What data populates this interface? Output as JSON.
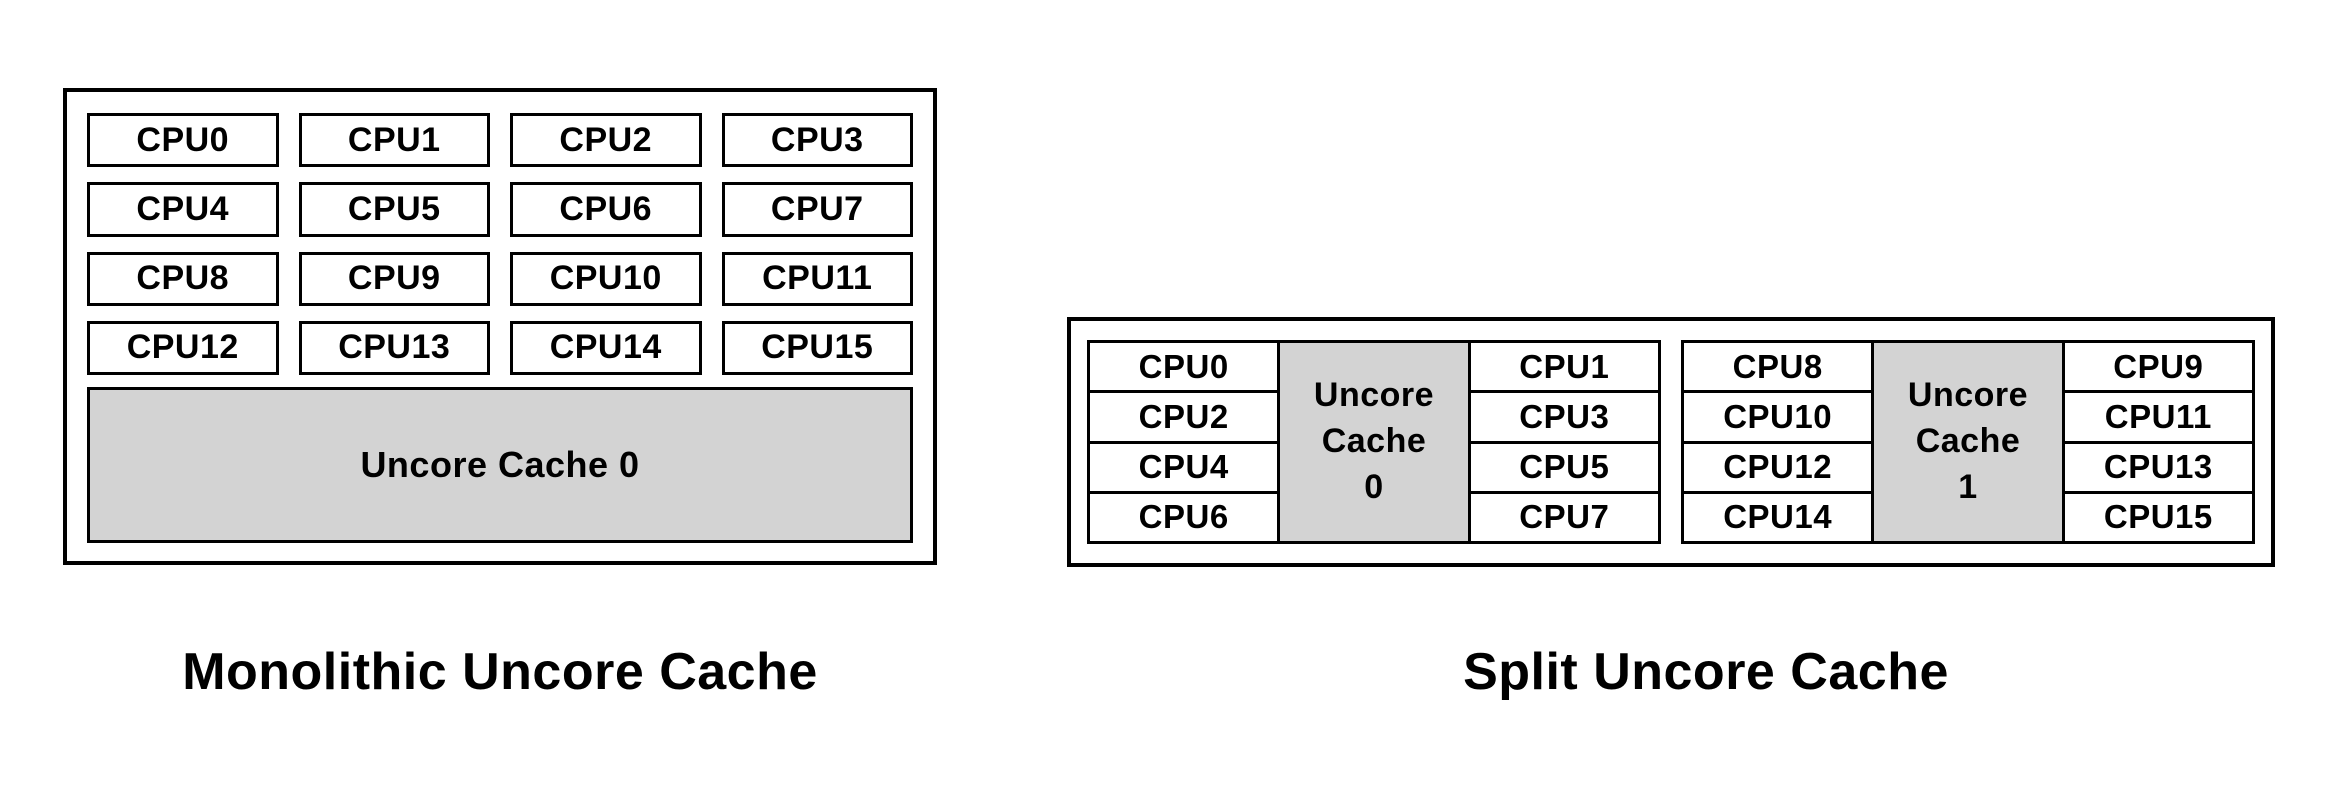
{
  "colors": {
    "background": "#ffffff",
    "border": "#000000",
    "cache_fill": "#d3d3d3",
    "text": "#000000"
  },
  "monolithic": {
    "caption": "Monolithic Uncore Cache",
    "cpus": [
      "CPU0",
      "CPU1",
      "CPU2",
      "CPU3",
      "CPU4",
      "CPU5",
      "CPU6",
      "CPU7",
      "CPU8",
      "CPU9",
      "CPU10",
      "CPU11",
      "CPU12",
      "CPU13",
      "CPU14",
      "CPU15"
    ],
    "cache_label": "Uncore Cache 0"
  },
  "split": {
    "caption": "Split Uncore Cache",
    "clusters": [
      {
        "left_cpus": [
          "CPU0",
          "CPU2",
          "CPU4",
          "CPU6"
        ],
        "cache_label": "Uncore Cache 0",
        "right_cpus": [
          "CPU1",
          "CPU3",
          "CPU5",
          "CPU7"
        ]
      },
      {
        "left_cpus": [
          "CPU8",
          "CPU10",
          "CPU12",
          "CPU14"
        ],
        "cache_label": "Uncore Cache 1",
        "right_cpus": [
          "CPU9",
          "CPU11",
          "CPU13",
          "CPU15"
        ]
      }
    ]
  }
}
